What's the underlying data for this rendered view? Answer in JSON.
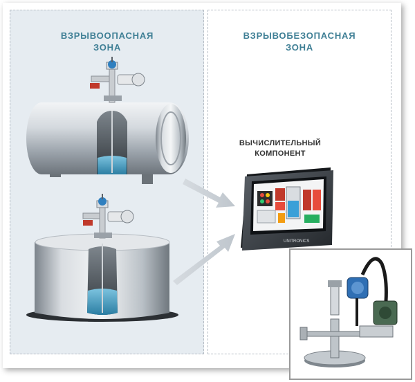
{
  "zones": {
    "hazardous": {
      "line1": "ВЗРЫВООПАСНАЯ",
      "line2": "ЗОНА"
    },
    "safe": {
      "line1": "ВЗРЫВОБЕЗОПАСНАЯ",
      "line2": "ЗОНА"
    }
  },
  "computing": {
    "line1": "ВЫЧИСЛИТЕЛЬНЫЙ",
    "line2": "КОМПОНЕНТ"
  },
  "panel": {
    "brand": "UNITRONICS"
  },
  "colors": {
    "zone_title": "#3f7f95",
    "hazard_bg": "#e6ecf1",
    "arrow": "#c6ccd2",
    "liquid": "#4fa6c9"
  }
}
